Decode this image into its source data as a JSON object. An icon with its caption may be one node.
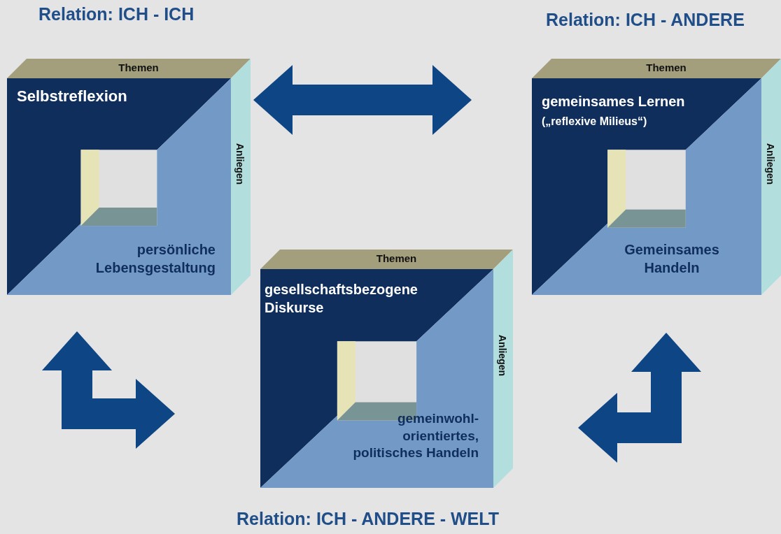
{
  "diagram": {
    "nodes": [
      {
        "text": [
          "Themen",
          "Selbstreflexion",
          "persönliche Lebensgestaltung",
          "Anliegen"
        ],
        "beside": [
          "Relation: ICH - ICH"
        ]
      },
      {
        "text": [
          "Themen",
          "gemeinsames Lernen",
          "(„reflexive Milieus“)",
          "Gemeinsames Handeln",
          "Anliegen"
        ],
        "beside": [
          "Relation: ICH - ANDERE"
        ]
      },
      {
        "text": [
          "Themen",
          "gesellschaftsbezogene Diskurse",
          "gemeinwohl-orientiertes, politisches Handeln",
          "Anliegen"
        ],
        "beside": [
          "Relation: ICH - ANDERE - WELT"
        ]
      }
    ],
    "edges": [
      {
        "from": 0,
        "to": 1,
        "arrow": "both"
      },
      {
        "from": 0,
        "to": 2,
        "arrow": "both"
      },
      {
        "from": 2,
        "to": 1,
        "arrow": "both"
      }
    ]
  }
}
